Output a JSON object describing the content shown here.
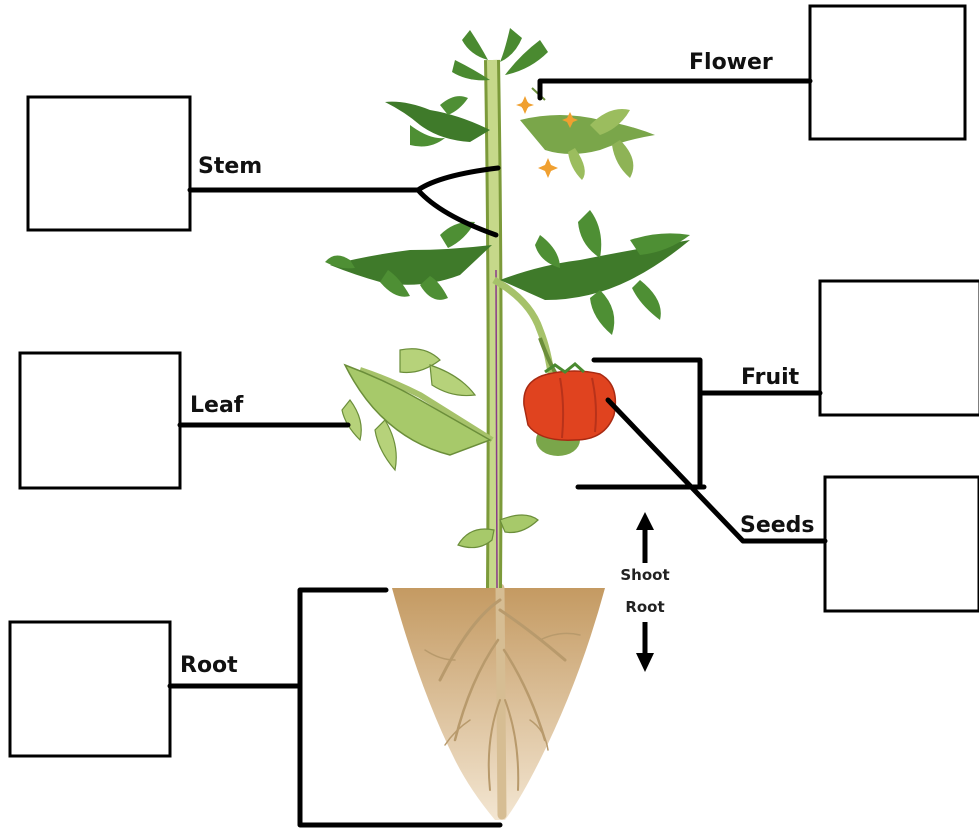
{
  "labels": {
    "flower": "Flower",
    "stem": "Stem",
    "leaf": "Leaf",
    "fruit": "Fruit",
    "seeds": "Seeds",
    "root": "Root"
  },
  "arrows": {
    "up": "Shoot",
    "down": "Root"
  },
  "answer_boxes": [
    "",
    "",
    "",
    "",
    "",
    ""
  ],
  "colors": {
    "line": "#000000",
    "leaf": "#3f7a2a",
    "leaf_light": "#a7c96a",
    "stem": "#b9cf7a",
    "fruit": "#e0431f",
    "soil": "#c9a370",
    "root": "#d2b58c",
    "flower": "#f0a030"
  }
}
